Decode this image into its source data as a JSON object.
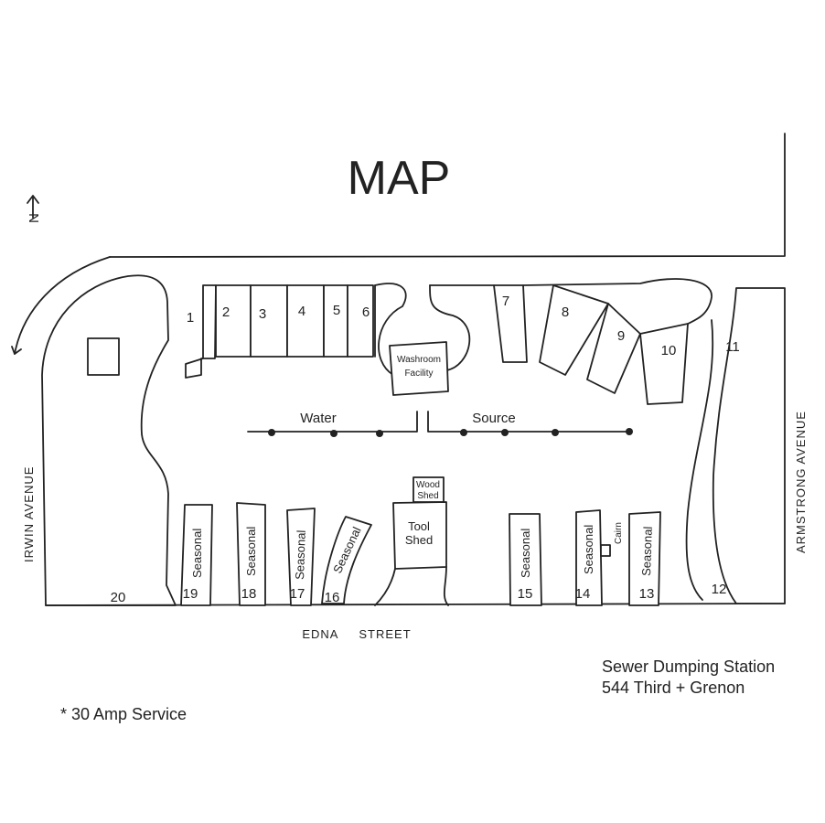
{
  "title": "MAP",
  "compass": {
    "label": "N",
    "icon": "north-arrow-icon"
  },
  "roads": {
    "west": "IRWIN AVENUE",
    "east": "ARMSTRONG AVENUE",
    "south": "EDNA STREET"
  },
  "facilities": {
    "washroom": [
      "Washroom",
      "Facility"
    ],
    "wood_shed": [
      "Wood",
      "Shed"
    ],
    "tool_shed": [
      "Tool",
      "Shed"
    ],
    "cairn": "Cairn"
  },
  "water": {
    "left_label": "Water",
    "right_label": "Source"
  },
  "lots": {
    "top": [
      "1",
      "2",
      "3",
      "4",
      "5",
      "6",
      "7",
      "8",
      "9",
      "10",
      "11"
    ],
    "bottom": [
      "20",
      "19",
      "18",
      "17",
      "16",
      "15",
      "14",
      "13",
      "12"
    ],
    "seasonal_label": "Seasonal"
  },
  "notes": {
    "service": "* 30 Amp Service",
    "sewer_line1": "Sewer Dumping Station",
    "sewer_line2": "544 Third + Grenon"
  }
}
